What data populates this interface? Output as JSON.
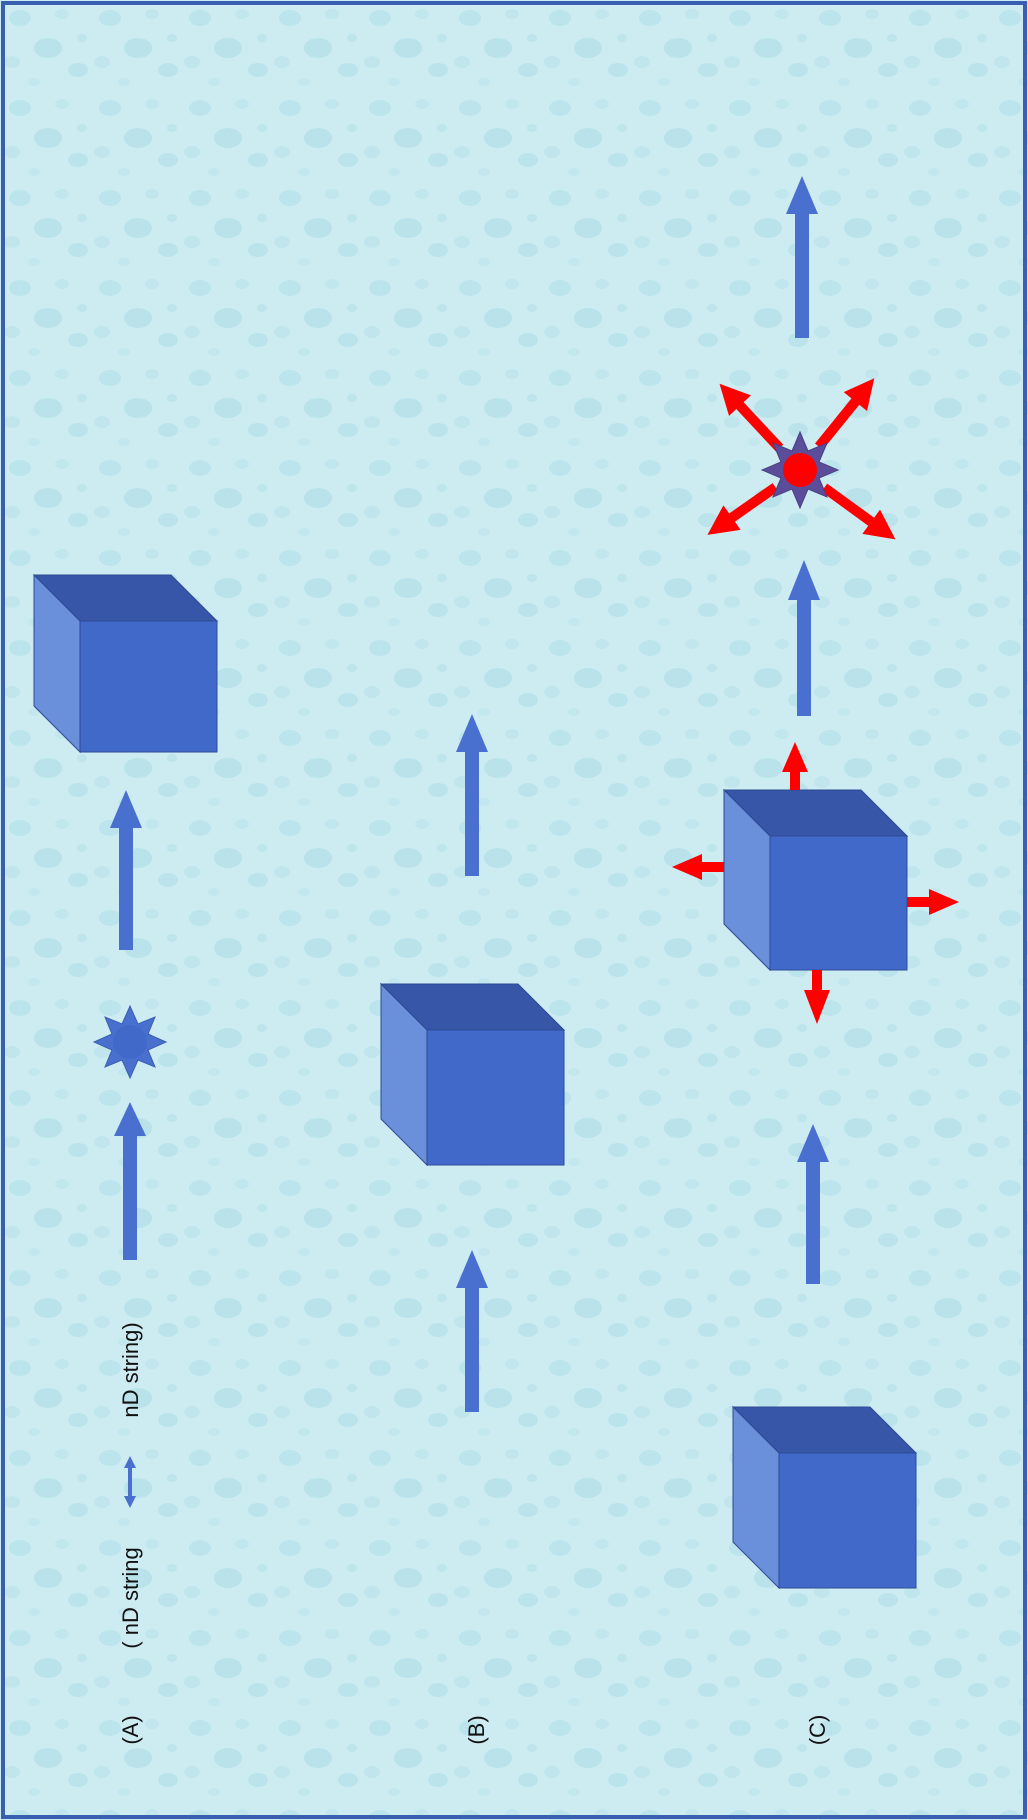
{
  "labels": {
    "a": "(A)",
    "b": "(B)",
    "c": "(C)",
    "string_left": "( nD string",
    "string_right": "nD string)"
  },
  "icons": {
    "string_link": "double-headed-arrow-icon",
    "particle": "starburst-particle-icon",
    "brane": "cube-icon",
    "motion": "arrow-icon",
    "emission": "red-arrow-icon"
  },
  "colors": {
    "background": "#cdecf2",
    "bubble": "#b6e1ea",
    "border": "#3a5fb0",
    "cube_front": "#4169c9",
    "cube_top": "#3756a8",
    "cube_side": "#6a8fdb",
    "arrow": "#4a70cf",
    "emission": "#ff0000",
    "star": "#5c4d9b"
  }
}
